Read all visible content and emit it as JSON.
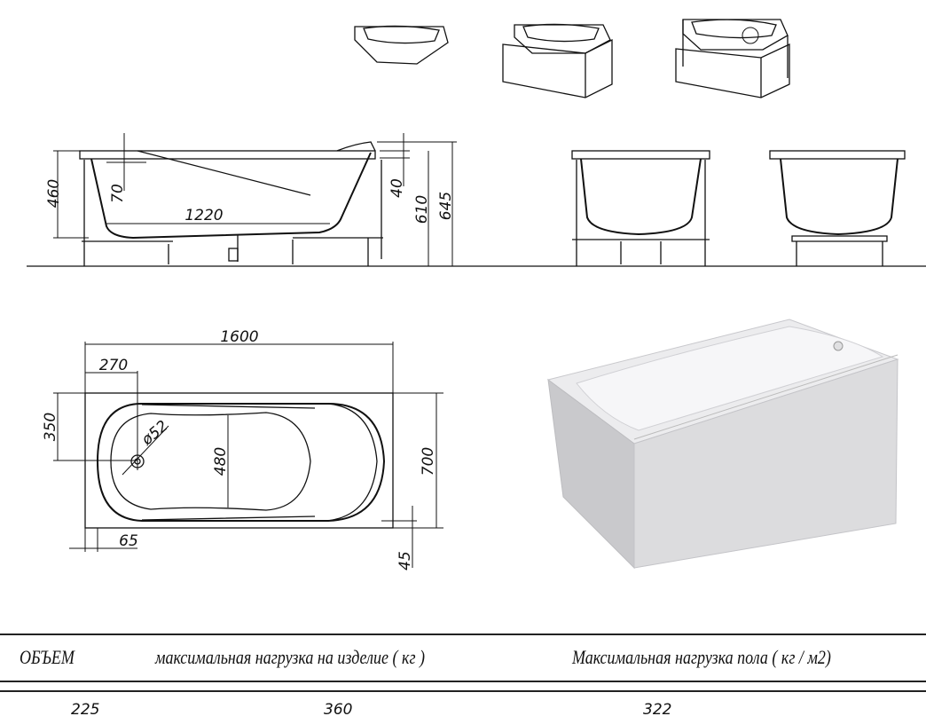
{
  "side_view": {
    "dims": {
      "height_460": "460",
      "depth_70": "70",
      "bottom_1220": "1220",
      "rim_40": "40",
      "height_610": "610",
      "height_645": "645"
    }
  },
  "plan_view": {
    "dims": {
      "length_1600": "1600",
      "drain_270": "270",
      "drain_350": "350",
      "width_700": "700",
      "inner_480": "480",
      "drain_d52": "ø52",
      "offset_65": "65",
      "offset_45": "45"
    }
  },
  "table": {
    "headers": [
      "ОБЪЕМ",
      "максимальная нагрузка на изделие ( кг )",
      "Максимальная нагрузка пола ( кг / м2)"
    ],
    "values": [
      "225",
      "360",
      "322"
    ]
  },
  "colors": {
    "line": "#111111",
    "render_front": "#d9d9db",
    "render_top": "#ececee"
  }
}
